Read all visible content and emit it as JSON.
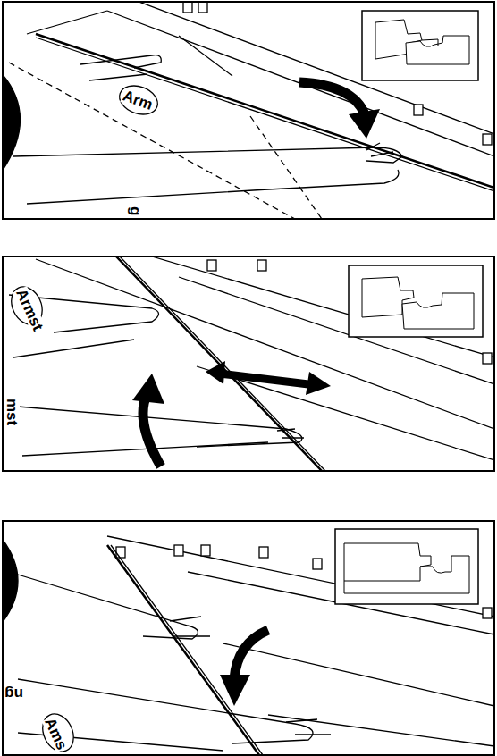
{
  "diagram": {
    "labels": [
      "Arm",
      "g",
      "Armst",
      "mst",
      "ng",
      "Ams"
    ]
  }
}
